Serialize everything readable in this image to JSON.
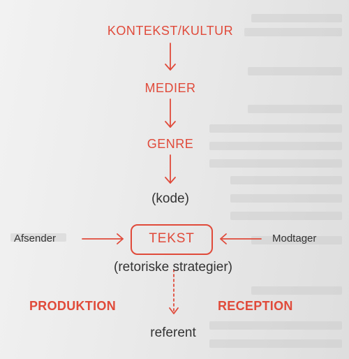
{
  "diagram": {
    "nodes": {
      "kontekst": "KONTEKST/KULTUR",
      "medier": "MEDIER",
      "genre": "GENRE",
      "kode": "(kode)",
      "tekst": "TEKST",
      "strategier": "(retoriske strategier)",
      "referent": "referent"
    },
    "actors": {
      "sender": "Afsender",
      "receiver": "Modtager"
    },
    "processes": {
      "production": "PRODUKTION",
      "reception": "RECEPTION"
    }
  },
  "colors": {
    "accent": "#e04a3a",
    "text": "#333333"
  }
}
